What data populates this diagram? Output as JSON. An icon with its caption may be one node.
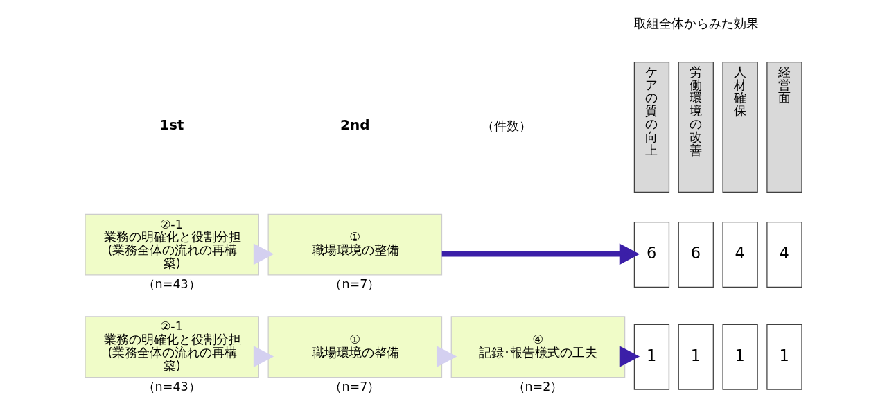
{
  "diagram": {
    "nodes": [
      {
        "text": [
          "ケアの質の向上"
        ]
      },
      {
        "text": [
          "労働環境の改善"
        ]
      },
      {
        "text": [
          "人材確保"
        ]
      },
      {
        "text": [
          "経営面"
        ]
      },
      {
        "text": [
          "②-1",
          "業務の明確化と役割分担(業務全体の流れの再構築)"
        ],
        "beside": [
          "（n=43）"
        ]
      },
      {
        "text": [
          "①",
          "職場環境の整備"
        ],
        "beside": [
          "（n=7）"
        ]
      },
      {
        "text": [
          "6"
        ]
      },
      {
        "text": [
          "6"
        ]
      },
      {
        "text": [
          "4"
        ]
      },
      {
        "text": [
          "4"
        ]
      },
      {
        "text": [
          "②-1",
          "業務の明確化と役割分担(業務全体の流れの再構築)"
        ],
        "beside": [
          "（n=43）"
        ]
      },
      {
        "text": [
          "①",
          "職場環境の整備"
        ],
        "beside": [
          "（n=7）"
        ]
      },
      {
        "text": [
          "④",
          "記録･報告様式の工夫"
        ],
        "beside": [
          "（n=2）"
        ]
      },
      {
        "text": [
          "1"
        ]
      },
      {
        "text": [
          "1"
        ]
      },
      {
        "text": [
          "1"
        ]
      },
      {
        "text": [
          "1"
        ]
      }
    ],
    "edges": [
      {
        "from": 4,
        "to": 5,
        "arrow": "to"
      },
      {
        "from": 5,
        "to": 6,
        "arrow": "to",
        "color": "#3b1fa8"
      },
      {
        "from": 10,
        "to": 11,
        "arrow": "to"
      },
      {
        "from": 11,
        "to": 12,
        "arrow": "to"
      },
      {
        "from": 12,
        "to": 13,
        "arrow": "to",
        "color": "#3b1fa8"
      }
    ],
    "labels": [
      "取組全体からみた効果",
      "1st",
      "2nd",
      "（件数）"
    ]
  }
}
